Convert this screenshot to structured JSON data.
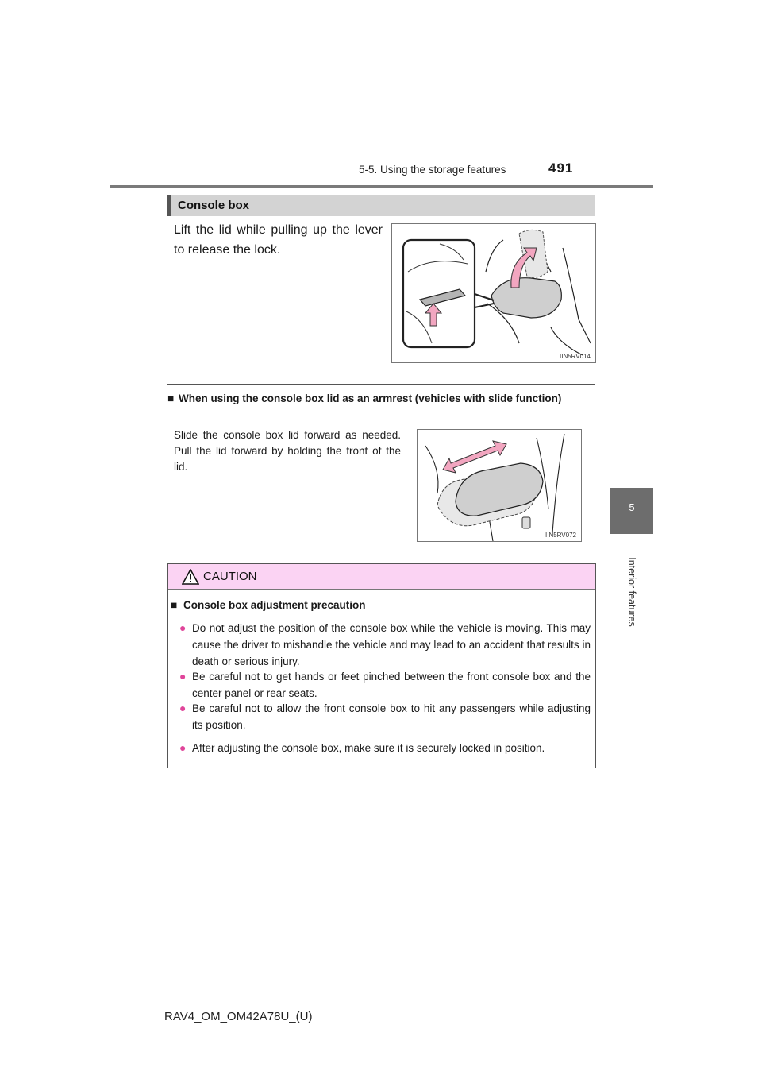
{
  "header": {
    "section_title": "5-5. Using the storage features",
    "page_number": "491"
  },
  "side_tab": {
    "chapter_number": "5",
    "chapter_label": "Interior features"
  },
  "section": {
    "heading": "Console box",
    "instruction_1": "Lift the lid while pulling up the lever to release the lock.",
    "figure_1_code": "IIN5RV014",
    "subheading_marker": "■",
    "subheading": "When using the console box lid as an armrest (vehicles with slide function)",
    "instruction_2": "Slide the console box lid forward as needed. Pull the lid forward by holding the front of the lid.",
    "figure_2_code": "IIN5RV072"
  },
  "caution": {
    "title": "CAUTION",
    "subheading_marker": "■",
    "subheading": "Console box adjustment precaution",
    "bullet_marker": "●",
    "bullets": [
      "Do not adjust the position of the console box while the vehicle is moving. This may cause the driver to mishandle the vehicle and may lead to an accident that results in death or serious injury.",
      "Be careful not to get hands or feet pinched between the front console box and the center panel or rear seats.",
      "Be careful not to allow the front console box to hit any passengers while adjusting its position.",
      "After adjusting the console box, make sure it is securely locked in position."
    ],
    "colors": {
      "header_bg": "#fbd3f3",
      "bullet": "#e0459a"
    }
  },
  "footer": {
    "doc_code": "RAV4_OM_OM42A78U_(U)"
  }
}
